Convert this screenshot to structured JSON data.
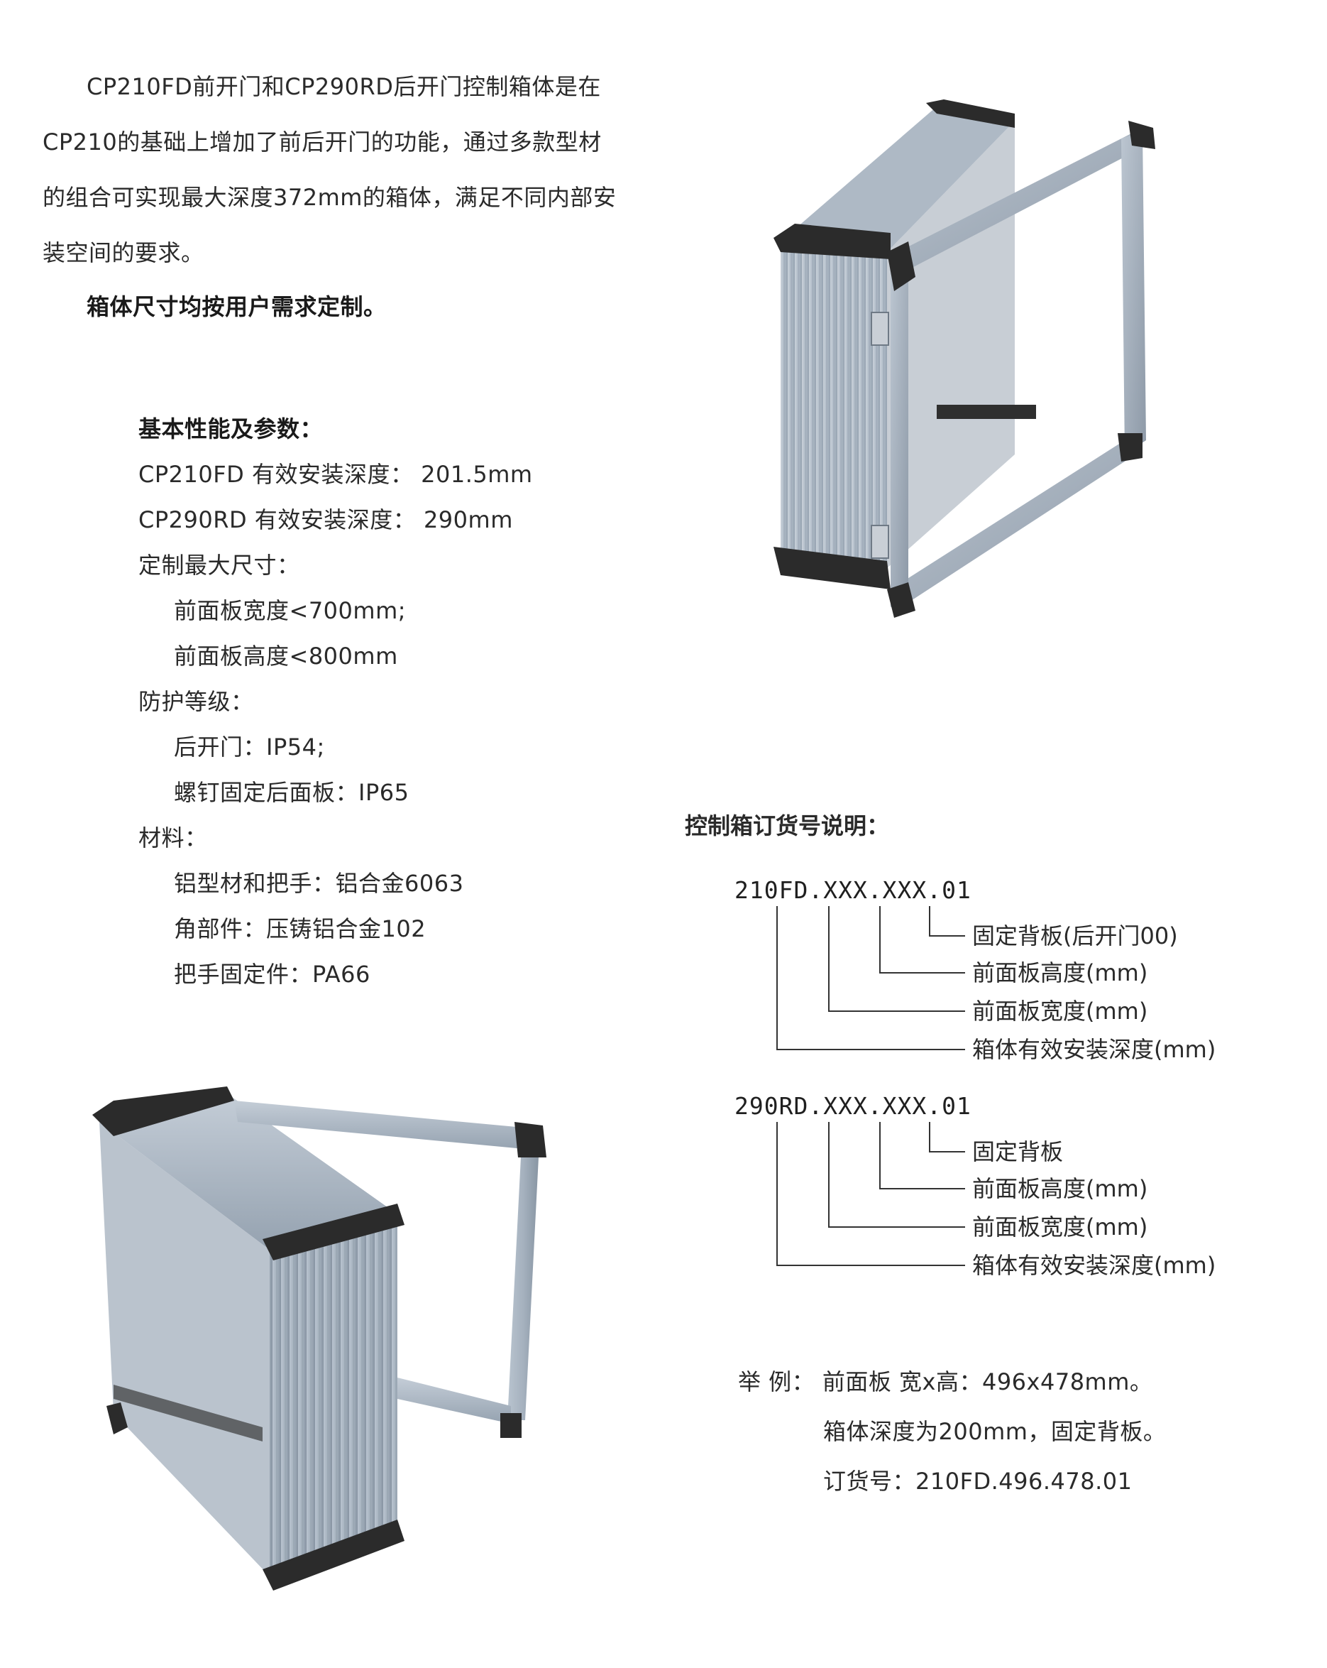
{
  "intro": {
    "lines": [
      "CP210FD前开门和CP290RD后开门控制箱体是在",
      "CP210的基础上增加了前后开门的功能，通过多款型材",
      "的组合可实现最大深度372mm的箱体，满足不同内部安",
      "装空间的要求。"
    ],
    "custom_note": "箱体尺寸均按用户需求定制。"
  },
  "specs": {
    "heading": "基本性能及参数：",
    "depth_fd": "CP210FD 有效安装深度：  201.5mm",
    "depth_rd": "CP290RD 有效安装深度：  290mm",
    "max_size_label": "定制最大尺寸：",
    "max_width": "前面板宽度<700mm;",
    "max_height": "前面板高度<800mm",
    "protection_label": "防护等级：",
    "protection_rear_door": "后开门：IP54;",
    "protection_screw": "螺钉固定后面板：IP65",
    "material_label": "材料：",
    "material_profile": "铝型材和把手：铝合金6063",
    "material_corner": "角部件：压铸铝合金102",
    "material_fixing": "把手固定件：PA66"
  },
  "ordering": {
    "title": "控制箱订货号说明：",
    "fd": {
      "code": "210FD.XXX.XXX.01",
      "back": "固定背板(后开门00)",
      "height": "前面板高度(mm)",
      "width": "前面板宽度(mm)",
      "depth": "箱体有效安装深度(mm)"
    },
    "rd": {
      "code": "290RD.XXX.XXX.01",
      "back": "固定背板",
      "height": "前面板高度(mm)",
      "width": "前面板宽度(mm)",
      "depth": "箱体有效安装深度(mm)"
    }
  },
  "example": {
    "line1": "举 例：  前面板 宽x高：496x478mm。",
    "line2": "箱体深度为200mm，固定背板。",
    "line3": "订货号：210FD.496.478.01"
  },
  "images": {
    "top_right": "enclosure-front-door-open",
    "bottom_left": "enclosure-rear-door-open"
  },
  "colors": {
    "aluminum_light": "#c3ccd6",
    "aluminum_mid": "#a6b2bf",
    "aluminum_dark": "#7c8895",
    "corner_black": "#2b2b2b"
  }
}
